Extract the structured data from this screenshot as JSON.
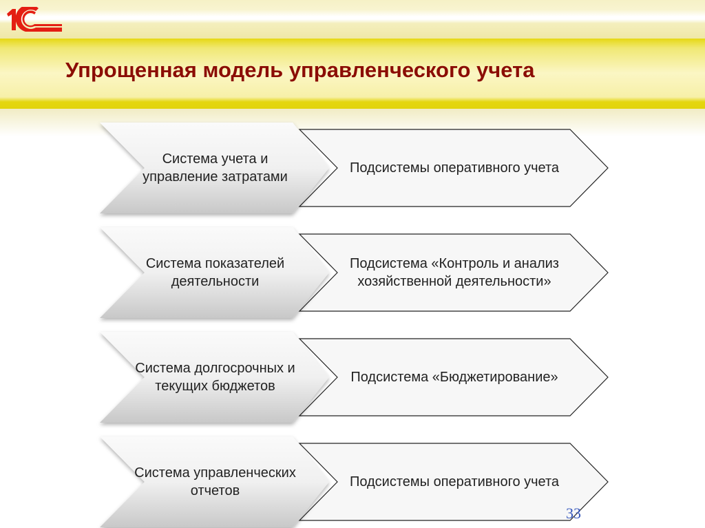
{
  "logo": "1С",
  "title": "Упрощенная модель управленческого учета",
  "rows": [
    {
      "left": "Система учета и управление затратами",
      "right": "Подсистемы оперативного учета"
    },
    {
      "left": "Система показателей деятельности",
      "right": "Подсистема «Контроль и анализ хозяйственной деятельности»"
    },
    {
      "left": "Система долгосрочных и текущих бюджетов",
      "right": "Подсистема «Бюджетирование»"
    },
    {
      "left": "Система управленческих отчетов",
      "right": "Подсистемы оперативного учета"
    }
  ],
  "page_number": "33"
}
